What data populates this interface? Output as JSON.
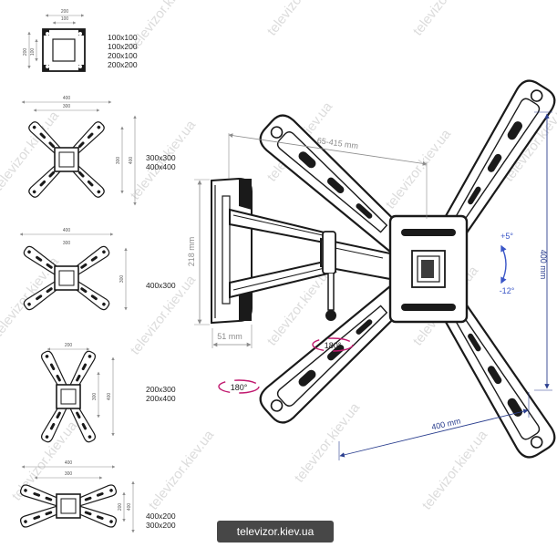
{
  "colors": {
    "line": "#1a1a1a",
    "dimension_gray": "#8c8c8c",
    "dimension_blue": "#2b3f8f",
    "rotation_magenta": "#c0186e",
    "tilt_blue": "#3a56c7",
    "watermark": "#9a9a9a"
  },
  "thumbnails": [
    {
      "dims": [
        "200",
        "100",
        "200",
        "100"
      ],
      "vesa": [
        "100x100",
        "100x200",
        "200x100",
        "200x200"
      ]
    },
    {
      "dims": [
        "400",
        "300",
        "300",
        "400"
      ],
      "vesa": [
        "300x300",
        "400x400"
      ]
    },
    {
      "dims": [
        "400",
        "300",
        "300"
      ],
      "vesa": [
        "400x300"
      ]
    },
    {
      "dims": [
        "200",
        "300",
        "400"
      ],
      "vesa": [
        "200x300",
        "200x400"
      ]
    },
    {
      "dims": [
        "400",
        "300",
        "200",
        "400"
      ],
      "vesa": [
        "400x200",
        "300x200"
      ]
    }
  ],
  "main": {
    "extension": "65-415 mm",
    "wall_plate_height": "218 mm",
    "wall_plate_depth": "51 mm",
    "pan_angle": "180°",
    "swivel_angle": "180°",
    "tilt_up": "+5°",
    "tilt_down": "-12°",
    "max_height": "400 mm",
    "max_width": "400 mm"
  },
  "watermark": "televizor.kiev.ua",
  "badge": "televizor.kiev.ua"
}
